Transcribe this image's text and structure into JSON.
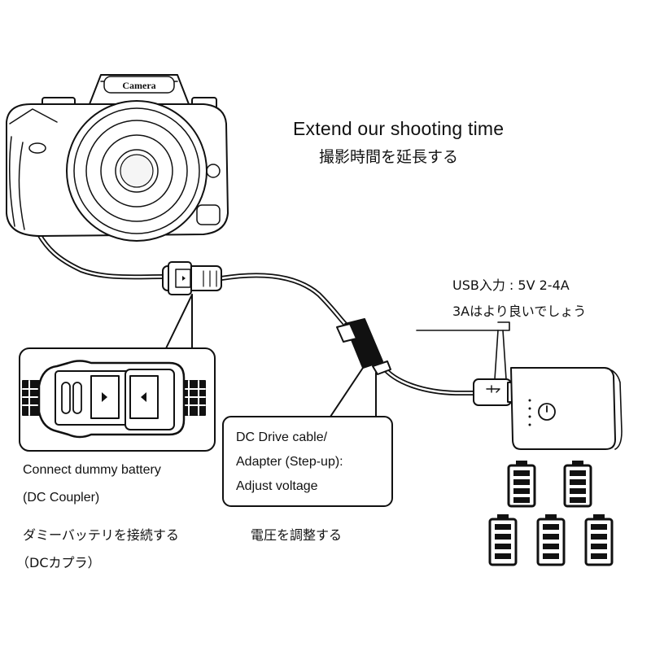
{
  "headline": {
    "title_en": "Extend our shooting time",
    "title_ja": "撮影時間を延長する"
  },
  "camera": {
    "badge": "Camera"
  },
  "usb_note": {
    "line1": "USB入力 : 5V 2-4A",
    "line2": "3Aはより良いでしょう"
  },
  "coupler_label": {
    "en_line1": "Connect dummy battery",
    "en_line2": "(DC Coupler)",
    "ja_line1": "ダミーバッテリを接続する",
    "ja_line2": "（DCカプラ）"
  },
  "cable_box": {
    "line1": "DC Drive cable/",
    "line2": "Adapter (Step-up):",
    "line3": "Adjust voltage"
  },
  "cable_label_ja": "電圧を調整する",
  "colors": {
    "ink": "#111111",
    "background": "#ffffff",
    "light_fill": "#f2f2f2"
  }
}
